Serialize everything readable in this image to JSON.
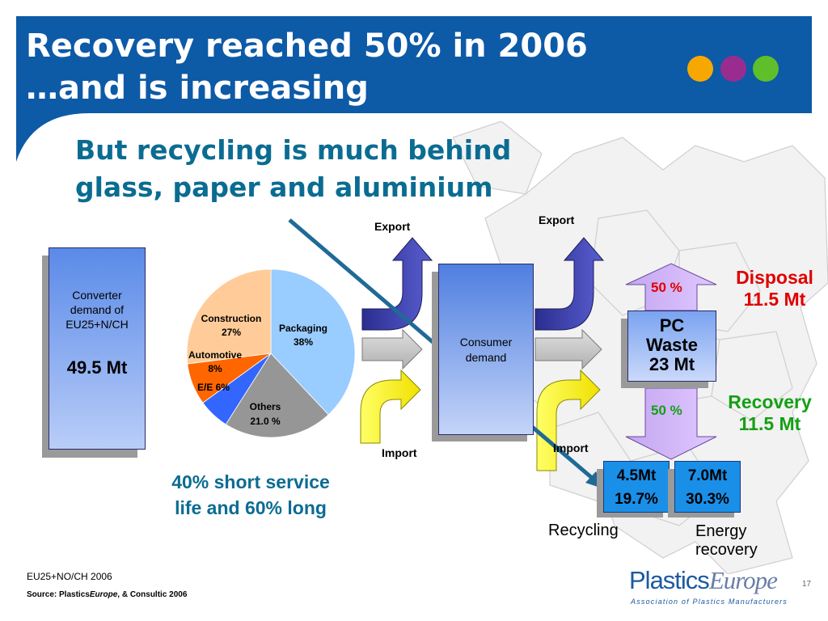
{
  "slide": {
    "title_line1": "Recovery reached 50% in 2006",
    "title_line2": "…and is increasing",
    "subtitle_line1": "But recycling is much behind",
    "subtitle_line2": "glass, paper and aluminium",
    "page_number": "17",
    "colors": {
      "header": "#0d5aa7",
      "dot1": "#f7a800",
      "dot2": "#9b2c8f",
      "dot3": "#5fbf2a"
    }
  },
  "converter": {
    "line1": "Converter",
    "line2": "demand of",
    "line3": "EU25+N/CH",
    "value": "49.5 Mt"
  },
  "chart_data": {
    "type": "pie",
    "slices": [
      {
        "label": "Packaging",
        "value": 38,
        "label_text": "38%",
        "color": "#99ccff"
      },
      {
        "label": "Others",
        "value": 21.0,
        "label_text": "21.0 %",
        "color": "#969696"
      },
      {
        "label": "E/E",
        "value": 6,
        "label_text": "E/E 6%",
        "color": "#3366ff"
      },
      {
        "label": "Automotive",
        "value": 8,
        "label_text": "8%",
        "color": "#ff6600"
      },
      {
        "label": "Construction",
        "value": 27,
        "label_text": "27%",
        "color": "#ffcc99"
      }
    ]
  },
  "service_life": {
    "line1": "40% short service",
    "line2": "life and 60% long"
  },
  "flows": {
    "export_left": "Export",
    "export_right": "Export",
    "import_left": "Import",
    "import_right": "Import"
  },
  "consumer": {
    "line1": "Consumer",
    "line2": "demand"
  },
  "pc_waste": {
    "line1": "PC",
    "line2": "Waste",
    "line3": "23 Mt"
  },
  "disposal": {
    "label": "Disposal",
    "value": "11.5 Mt",
    "percent": "50 %"
  },
  "recovery": {
    "label": "Recovery",
    "value": "11.5 Mt",
    "percent": "50 %"
  },
  "recycling": {
    "amount": "4.5Mt",
    "percent": "19.7%",
    "label": "Recycling"
  },
  "energy": {
    "amount": "7.0Mt",
    "percent": "30.3%",
    "label_line1": "Energy",
    "label_line2": "recovery"
  },
  "footer": {
    "note": "EU25+NO/CH 2006",
    "source_prefix": "Source: Plastics",
    "source_italic": "Europe",
    "source_suffix": ", & Consultic 2006"
  },
  "logo": {
    "word1": "Plastics",
    "word2": "Europe",
    "tagline": "Association of Plastics Manufacturers"
  }
}
